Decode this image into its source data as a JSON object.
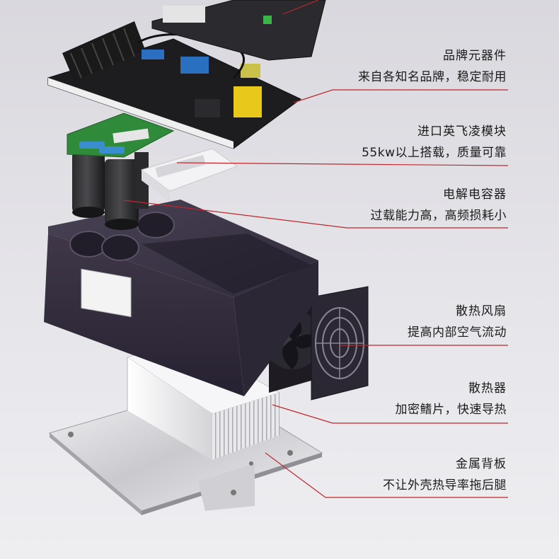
{
  "callouts": [
    {
      "title": "品牌元器件",
      "subtitle": "来自各知名品牌，稳定耐用"
    },
    {
      "title": "进口英飞凌模块",
      "subtitle": "55kw以上搭载，质量可靠"
    },
    {
      "title": "电解电容器",
      "subtitle": "过载能力高，高频损耗小"
    },
    {
      "title": "散热风扇",
      "subtitle": "提高内部空气流动"
    },
    {
      "title": "散热器",
      "subtitle": "加密鳍片，快速导热"
    },
    {
      "title": "金属背板",
      "subtitle": "不让外壳热导率拖后腿"
    }
  ],
  "colors": {
    "accent_line": "#c0272d",
    "housing": "#3a3344",
    "pcb": "#1d1d1f",
    "green_pcb": "#2f8a3a"
  }
}
